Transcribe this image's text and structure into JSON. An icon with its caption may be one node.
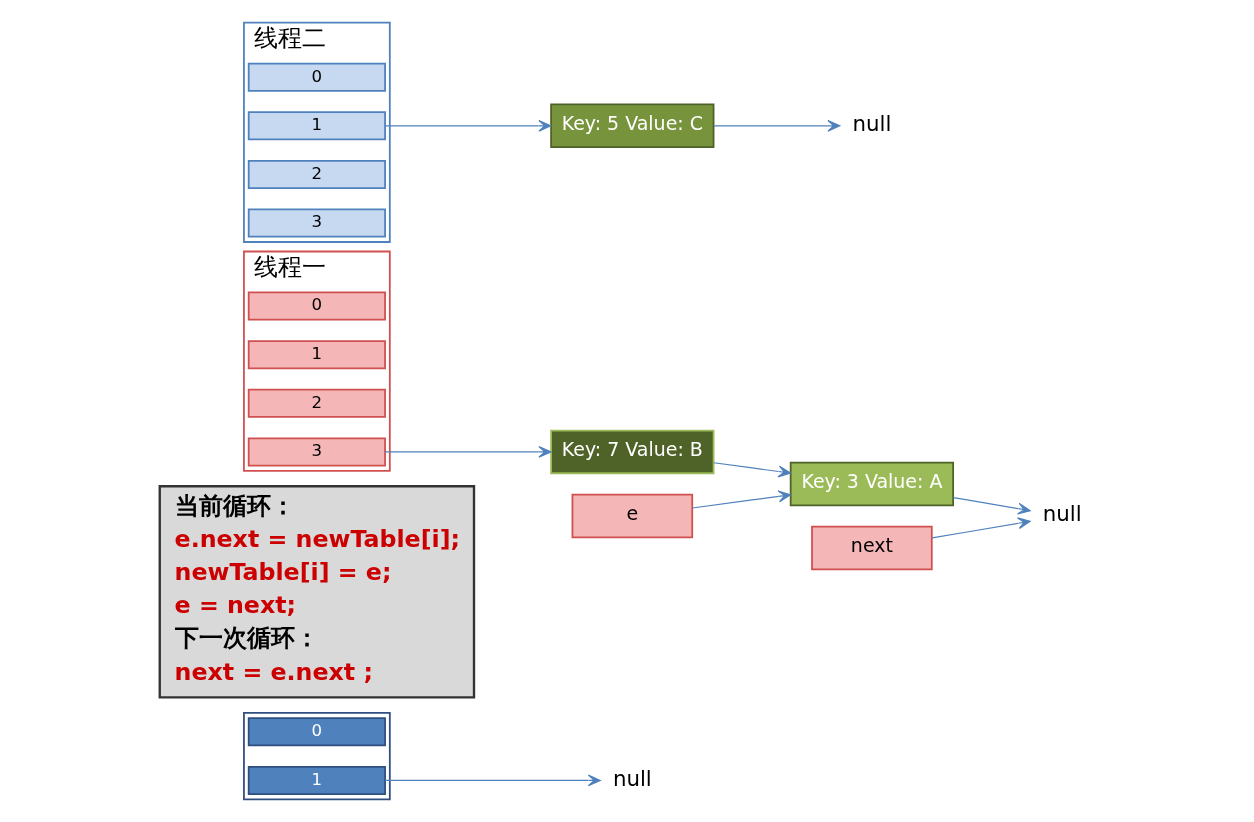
{
  "diagram": {
    "nodes": [
      {
        "text": [],
        "shape": "box"
      },
      {
        "text": [
          "0"
        ],
        "in": 0
      },
      {
        "text": [
          "1"
        ],
        "in": 0
      },
      {
        "text": [
          "null"
        ]
      },
      {
        "text": [
          "当前循环：",
          "e.next = newTable[i];",
          "newTable[i] = e;",
          "e = next;",
          "下一次循环：",
          "next = e.next ;"
        ]
      },
      {
        "text": [
          "线程一"
        ]
      },
      {
        "text": [
          "0"
        ],
        "in": 5
      },
      {
        "text": [
          "1"
        ],
        "in": 5
      },
      {
        "text": [
          "2"
        ],
        "in": 5
      },
      {
        "text": [
          "3"
        ],
        "in": 5
      },
      {
        "text": [
          "Key: 7 Value: B"
        ]
      },
      {
        "text": [
          "线程二"
        ]
      },
      {
        "text": [
          "0"
        ],
        "in": 11
      },
      {
        "text": [
          "1"
        ],
        "in": 11
      },
      {
        "text": [
          "2"
        ],
        "in": 11
      },
      {
        "text": [
          "3"
        ],
        "in": 11
      },
      {
        "text": [
          "Key: 5 Value: C"
        ]
      },
      {
        "text": [
          "null"
        ]
      },
      {
        "text": [
          "Key: 3 Value: A"
        ]
      },
      {
        "text": [
          "null"
        ]
      },
      {
        "text": [
          "e"
        ]
      },
      {
        "text": [
          "next"
        ]
      }
    ],
    "edges": [
      {
        "from": 2,
        "to": 3,
        "arrow": "to"
      },
      {
        "from": 9,
        "to": 10,
        "arrow": "to"
      },
      {
        "from": 10,
        "to": 18,
        "arrow": "to"
      },
      {
        "from": 13,
        "to": 16,
        "arrow": "to"
      },
      {
        "from": 16,
        "to": 17,
        "arrow": "to"
      },
      {
        "from": 18,
        "to": 19,
        "arrow": "to"
      },
      {
        "from": 20,
        "to": 18,
        "arrow": "to"
      },
      {
        "from": 21,
        "to": 19,
        "arrow": "to"
      }
    ]
  }
}
